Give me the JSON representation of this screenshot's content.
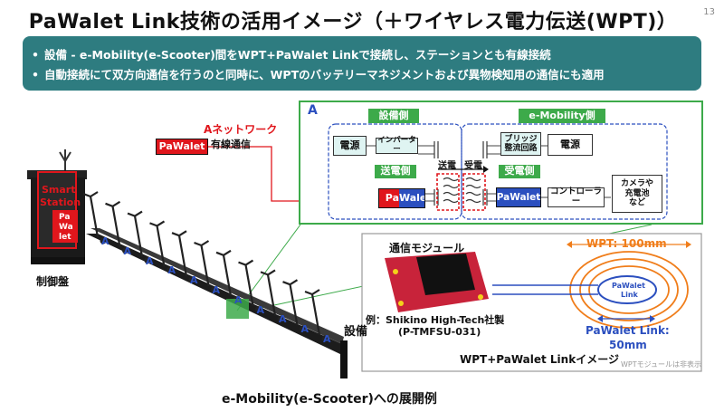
{
  "slide": {
    "title": "PaWalet Link技術の活用イメージ（＋ワイヤレス電力伝送(WPT)）",
    "page_number": "13",
    "bullets": [
      "設備 - e-Mobility(e-Scooter)間をWPT+PaWalet Linkで接続し、ステーションとも有線接続",
      "自動接続にて双方向通信を行うのと同時に、WPTのバッテリーマネジメントおよび異物検知用の通信にも適用"
    ],
    "bullet_symbol": "•"
  },
  "network": {
    "label": "Aネットワーク",
    "pawalet": "PaWalet",
    "wired": "有線通信"
  },
  "station": {
    "name_line1": "Smart",
    "name_line2": "Station",
    "inner_line1": "Pa",
    "inner_line2": "Wa",
    "inner_line3": "let",
    "control_panel": "制御盤"
  },
  "scene": {
    "node_letter": "A",
    "equipment": "設備",
    "caption": "e-Mobility(e-Scooter)への展開例"
  },
  "diagram": {
    "letter": "A",
    "equipment_side": "設備側",
    "mobility_side": "e-Mobility側",
    "power": "電源",
    "inverter": "インバーター",
    "bridge_line1": "ブリッジ",
    "bridge_line2": "整流回路",
    "tx_side": "送電側",
    "rx_side": "受電側",
    "tx": "送電",
    "rx": "受電",
    "pa": "Pa",
    "walet": "Walet",
    "pawalet": "PaWalet",
    "controller": "コントローラー",
    "other_line1": "カメラや",
    "other_line2": "充電池",
    "other_line3": "など"
  },
  "module_panel": {
    "title": "通信モジュール",
    "example_line1": "例：Shikino High-Tech社製",
    "example_line2": "(P-TMFSU-031)",
    "wpt_range": "WPT: 100mm",
    "pawalet_line1": "PaWalet",
    "pawalet_line2": "Link",
    "link_range_line1": "PaWalet Link:",
    "link_range_line2": "50mm",
    "image_caption": "WPT+PaWalet Linkイメージ",
    "note": "WPTモジュールは非表示"
  },
  "colors": {
    "banner": "#2e7c80",
    "red": "#e0161c",
    "blue": "#2b4fbf",
    "green": "#3daa4a",
    "orange": "#f07d1a",
    "teal_box": "#dff4f2"
  }
}
